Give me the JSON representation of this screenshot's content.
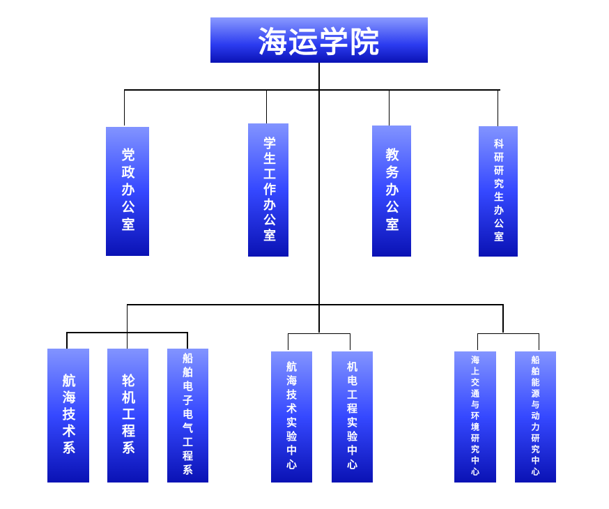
{
  "root": "海运学院",
  "offices": [
    "党政办公室",
    "学生工作办公室",
    "教务办公室",
    "科研研究生办公室"
  ],
  "departments": [
    "航海技术系",
    "轮机工程系",
    "船舶电子电气工程系"
  ],
  "labs": [
    "航海技术实验中心",
    "机电工程实验中心"
  ],
  "research": [
    "海上交通与环境研究中心",
    "船舶能源与动力研究中心"
  ]
}
